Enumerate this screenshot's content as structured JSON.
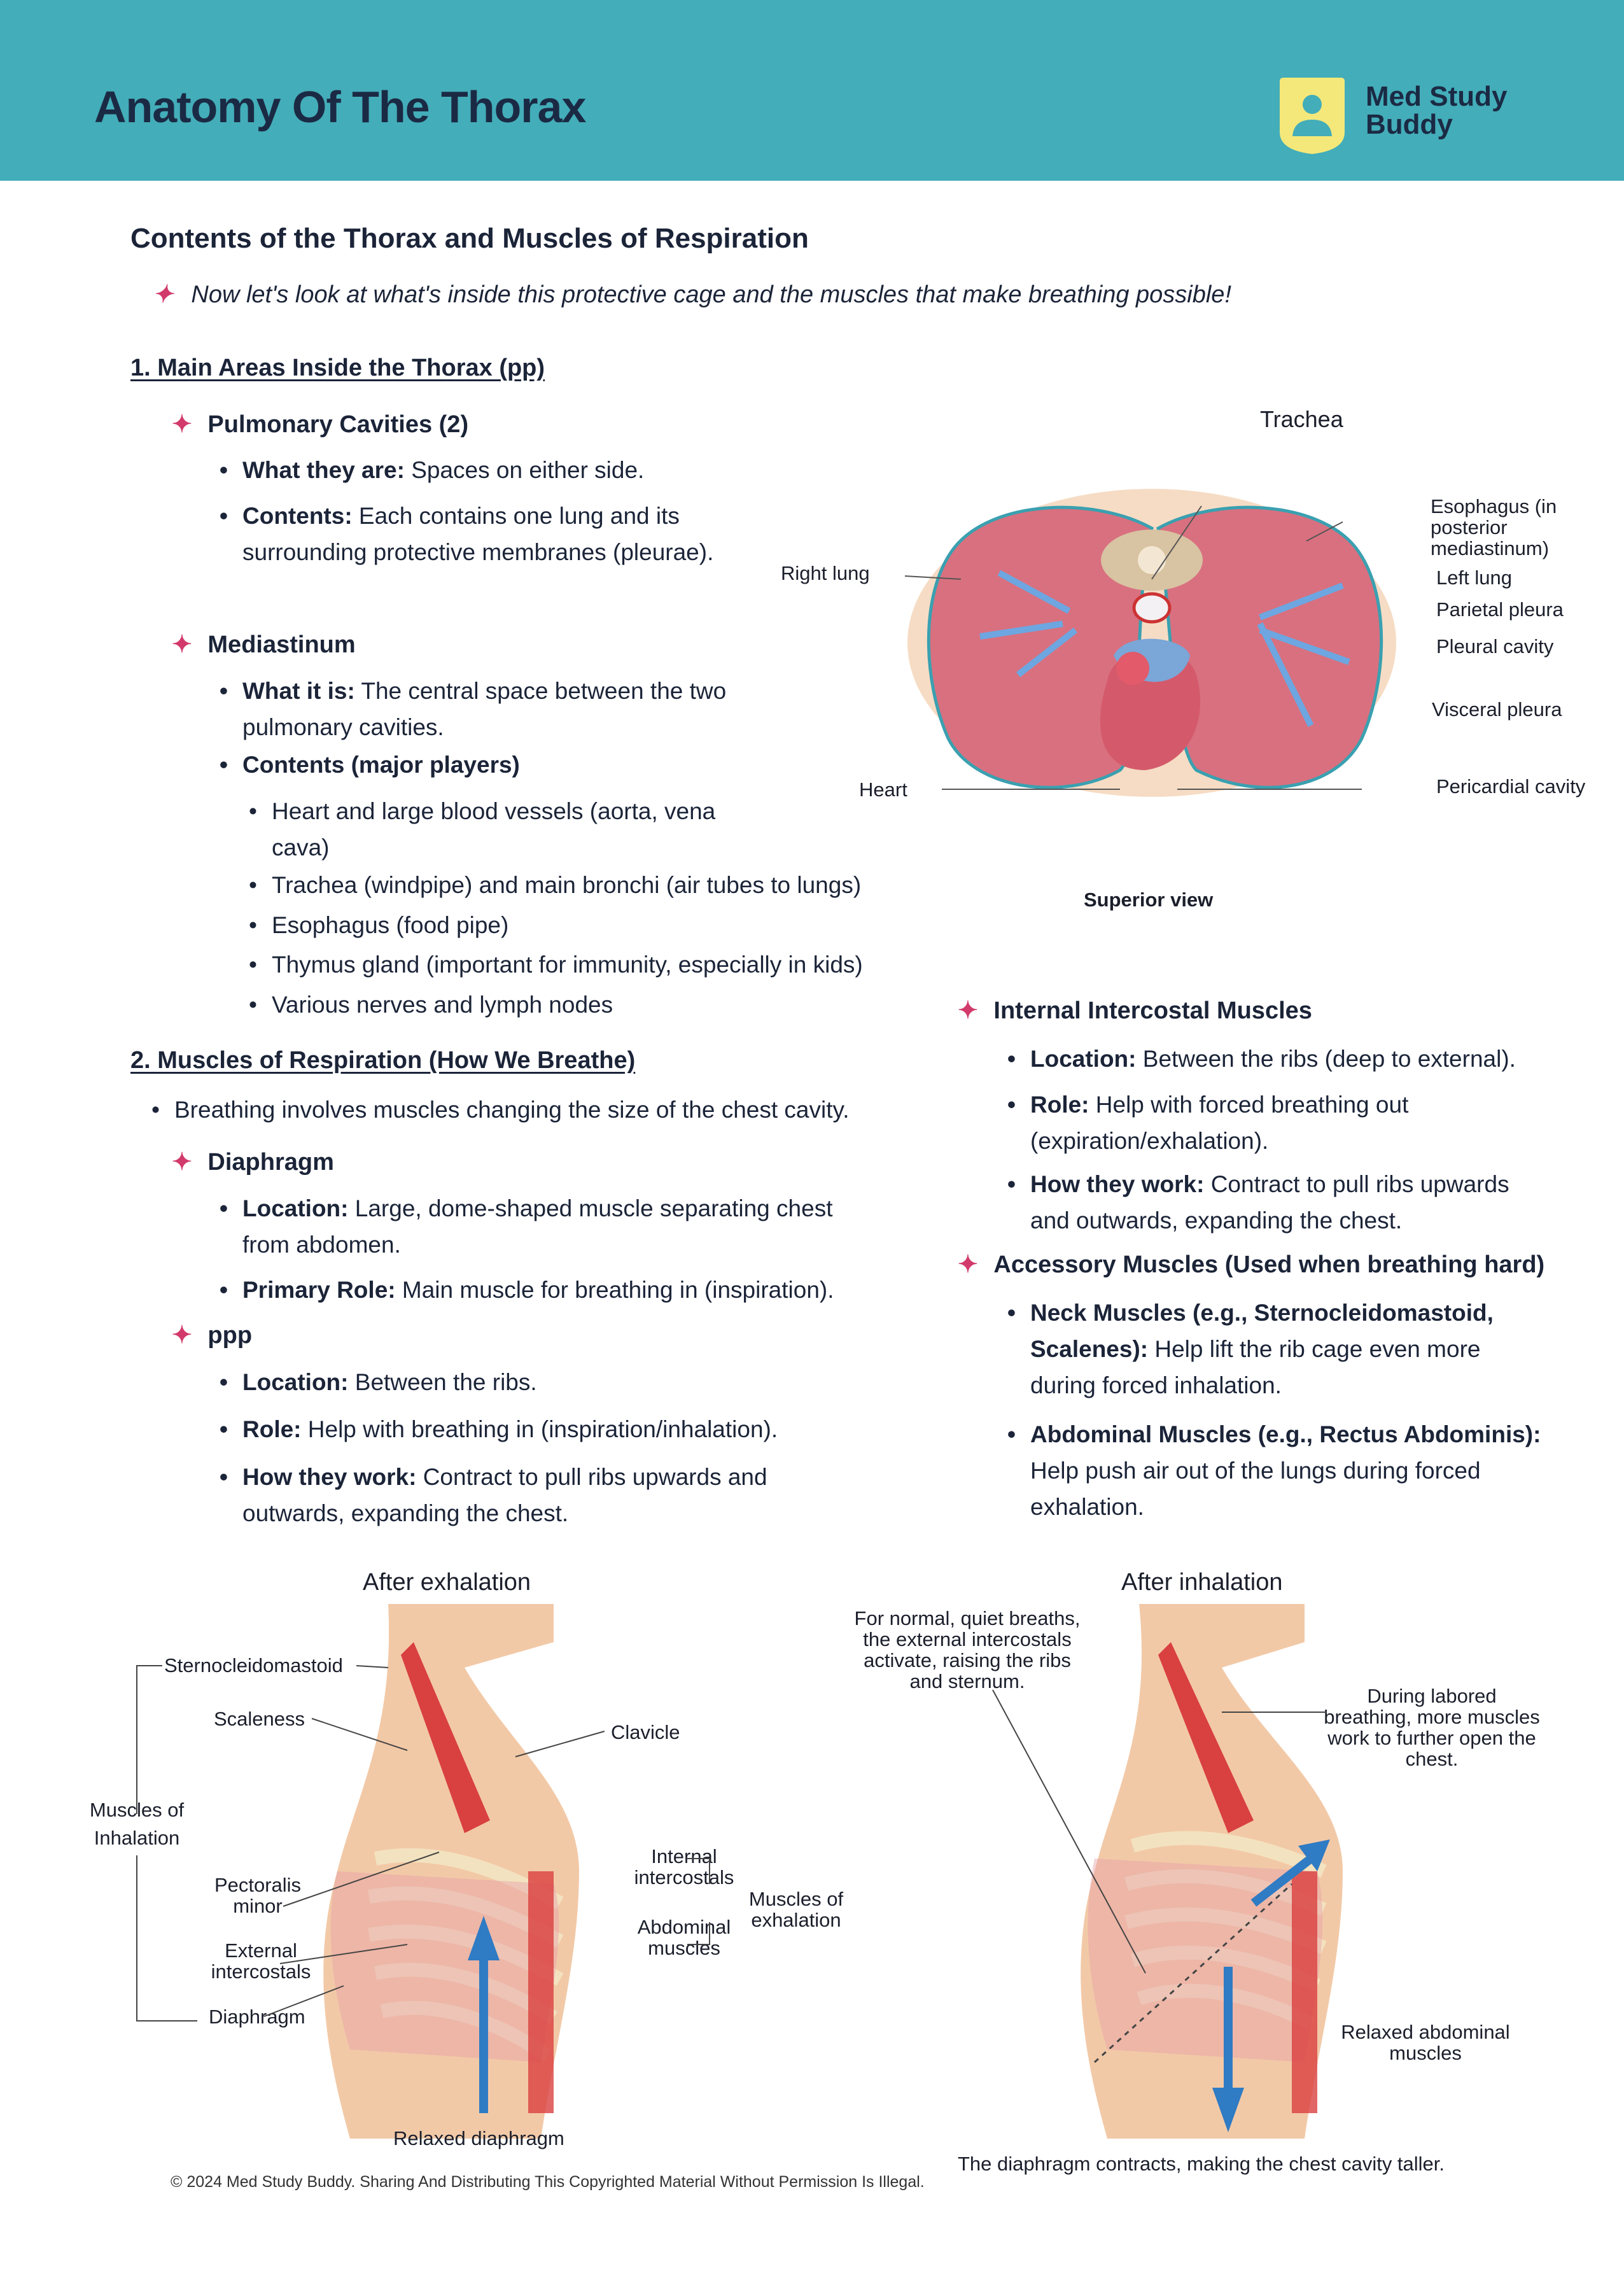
{
  "header": {
    "title": "Anatomy Of The Thorax",
    "logo_line1": "Med Study",
    "logo_line2": "Buddy",
    "background": "#43adb9"
  },
  "section_title": "Contents of the Thorax and Muscles of Respiration",
  "intro": "Now let's look at what's inside this protective cage and the muscles that make breathing possible!",
  "part1": {
    "heading": "1. Main Areas Inside the Thorax (pp)",
    "pulmonary": {
      "title": "Pulmonary Cavities (2)",
      "what_label": "What they are:",
      "what_text": " Spaces on either side.",
      "contents_label": "Contents:",
      "contents_text": " Each contains one lung and its surrounding protective membranes (pleurae)."
    },
    "mediastinum": {
      "title": "Mediastinum",
      "what_label": "What it is:",
      "what_text": " The central space between the two pulmonary cavities.",
      "contents_label": "Contents (major players)",
      "items": [
        "Heart and large blood vessels (aorta, vena cava)",
        "Trachea (windpipe) and main bronchi (air tubes to lungs)",
        "Esophagus (food pipe)",
        "Thymus gland (important for immunity, especially in kids)",
        "Various nerves and lymph nodes"
      ]
    }
  },
  "part2": {
    "heading": "2. Muscles of Respiration (How We Breathe)",
    "intro": "Breathing involves muscles changing the size of the chest cavity.",
    "diaphragm": {
      "title": "Diaphragm",
      "location_label": "Location:",
      "location_text": " Large, dome-shaped muscle separating chest from abdomen.",
      "role_label": "Primary Role:",
      "role_text": " Main muscle for breathing in (inspiration)."
    },
    "ppp": {
      "title": "ppp",
      "location_label": "Location:",
      "location_text": " Between the ribs.",
      "role_label": "Role:",
      "role_text": " Help with breathing in (inspiration/inhalation).",
      "how_label": "How they work:",
      "how_text": " Contract to pull ribs upwards and outwards, expanding the chest."
    },
    "internal": {
      "title": "Internal Intercostal Muscles",
      "location_label": "Location:",
      "location_text": " Between the ribs (deep to external).",
      "role_label": "Role:",
      "role_text": " Help with forced breathing out (expiration/exhalation).",
      "how_label": "How they work:",
      "how_text": " Contract to pull ribs upwards and outwards, expanding the chest."
    },
    "accessory": {
      "title": "Accessory Muscles (Used when breathing hard)",
      "neck_label": "Neck Muscles (e.g., Sternocleidomastoid, Scalenes):",
      "neck_text": " Help lift the rib cage even more during forced inhalation.",
      "abd_label": "Abdominal Muscles (e.g., Rectus Abdominis):",
      "abd_text": " Help push air out of the lungs during forced exhalation."
    }
  },
  "thorax_figure": {
    "labels": {
      "trachea": "Trachea",
      "esophagus": "Esophagus (in posterior mediastinum)",
      "left_lung": "Left lung",
      "parietal": "Parietal pleura",
      "pleural_cavity": "Pleural cavity",
      "visceral": "Visceral pleura",
      "pericardial": "Pericardial cavity",
      "right_lung": "Right lung",
      "heart": "Heart"
    },
    "caption": "Superior view"
  },
  "exhalation_figure": {
    "title": "After exhalation",
    "labels": {
      "scm": "Sternocleidomastoid",
      "scaleness": "Scaleness",
      "clavicle": "Clavicle",
      "muscles_inhalation": "Muscles of Inhalation",
      "pec_minor": "Pectoralis minor",
      "external": "External intercostals",
      "diaphragm": "Diaphragm",
      "internal": "Internal intercostals",
      "abdominal": "Abdominal muscles",
      "muscles_exhalation": "Muscles of exhalation",
      "relaxed_diaphragm": "Relaxed diaphragm"
    }
  },
  "inhalation_figure": {
    "title": "After inhalation",
    "labels": {
      "normal": "For normal, quiet breaths, the external intercostals activate, raising the ribs and sternum.",
      "labored": "During labored breathing, more muscles work to further open the chest.",
      "relaxed_abd": "Relaxed abdominal muscles",
      "caption": "The diaphragm contracts, making the chest cavity taller."
    }
  },
  "footer": "© 2024 Med Study Buddy. Sharing And Distributing This Copyrighted Material Without Permission Is Illegal."
}
